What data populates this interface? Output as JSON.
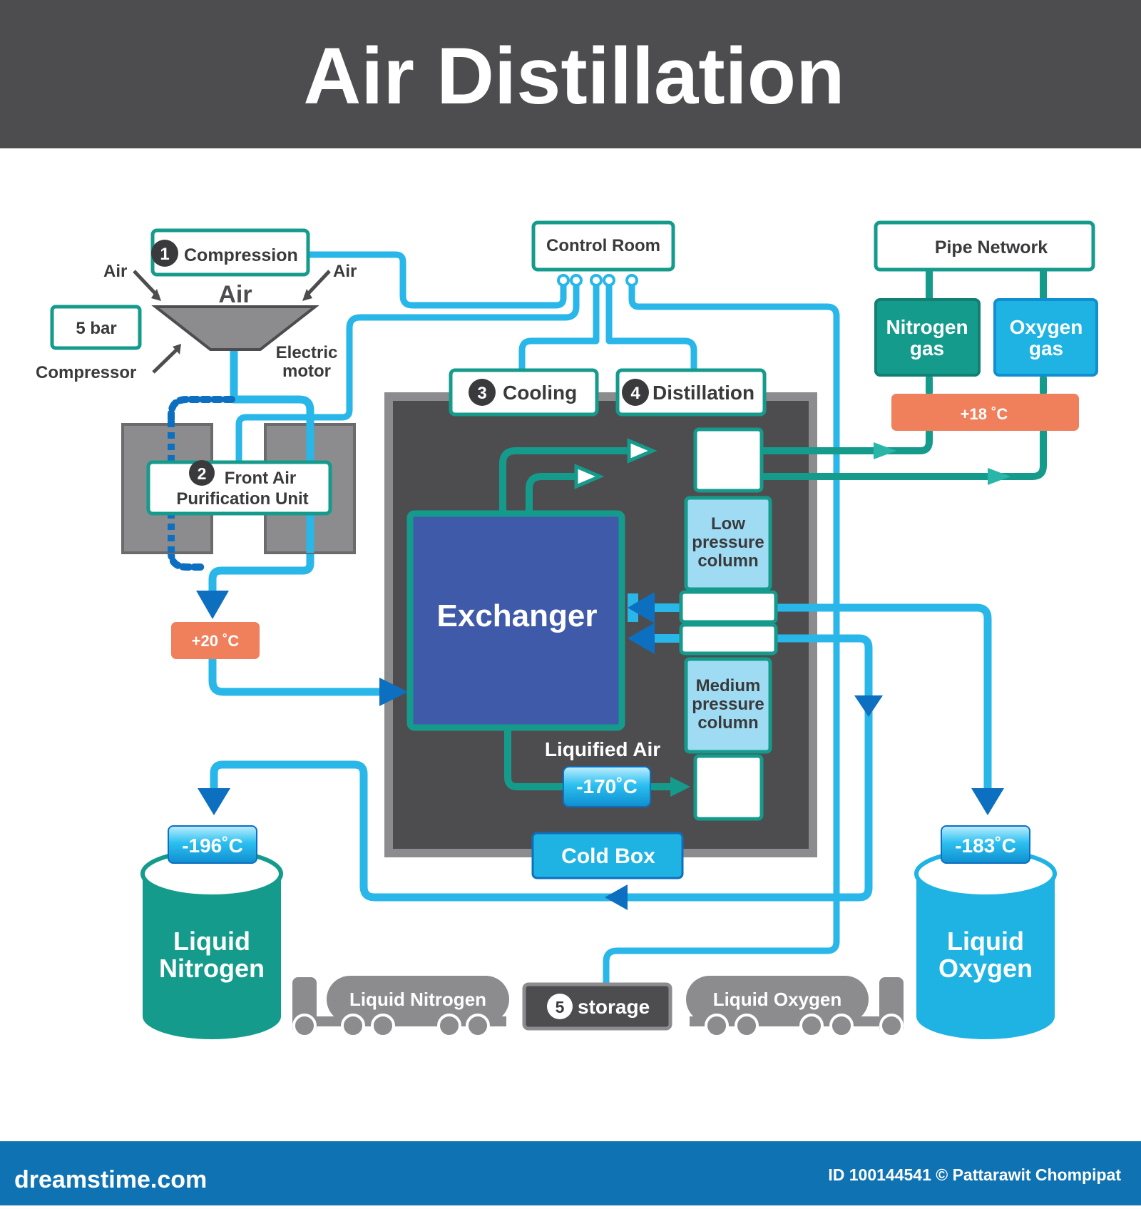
{
  "title": "Air Distillation",
  "steps": {
    "compression": {
      "num": "1",
      "label": "Compression"
    },
    "purification": {
      "num": "2",
      "line1": "Front Air",
      "line2": "Purification Unit"
    },
    "cooling": {
      "num": "3",
      "label": "Cooling"
    },
    "distillation": {
      "num": "4",
      "label": "Distillation"
    },
    "storage": {
      "num": "5",
      "label": "storage"
    }
  },
  "compressor": {
    "air_left": "Air",
    "air_right": "Air",
    "air_center": "Air",
    "pressure": "5 bar",
    "label": "Compressor",
    "motor_line1": "Electric",
    "motor_line2": "motor"
  },
  "control_room": "Control Room",
  "pipe_network": {
    "title": "Pipe Network",
    "nitrogen_line1": "Nitrogen",
    "nitrogen_line2": "gas",
    "oxygen_line1": "Oxygen",
    "oxygen_line2": "gas",
    "temperature": "+18 ˚C"
  },
  "temp_after_purification": "+20 ˚C",
  "exchanger": "Exchanger",
  "low_pressure_column": {
    "line1": "Low",
    "line2": "pressure",
    "line3": "column"
  },
  "medium_pressure_column": {
    "line1": "Medium",
    "line2": "pressure",
    "line3": "column"
  },
  "liquified_air": "Liquified Air",
  "liquified_air_temp": "-170˚C",
  "cold_box": "Cold Box",
  "liquid_nitrogen_tank": {
    "line1": "Liquid",
    "line2": "Nitrogen",
    "temp": "-196˚C"
  },
  "liquid_oxygen_tank": {
    "line1": "Liquid",
    "line2": "Oxygen",
    "temp": "-183˚C"
  },
  "trucks": {
    "nitrogen": "Liquid Nitrogen",
    "oxygen": "Liquid Oxygen"
  },
  "footer": {
    "site": "dreamstime.com",
    "credit": "ID 100144541 © Pattarawit Chompipat"
  },
  "colors": {
    "header_bg": "#4d4d4f",
    "footer_bg": "#0f73b3",
    "pipe_light": "#29b6e8",
    "pipe_dark": "#0d6fbf",
    "teal": "#159b8c",
    "exchanger": "#3f5aa8",
    "cold_box": "#4d4d4f",
    "temp_badge": "#f07f5c",
    "oxygen_blue": "#1fb3e3"
  }
}
